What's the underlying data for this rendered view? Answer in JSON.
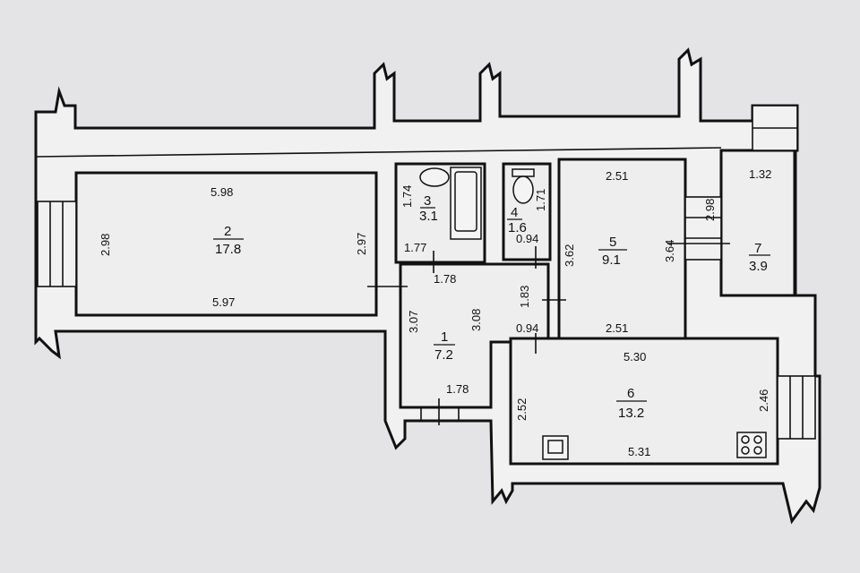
{
  "plan": {
    "rooms": [
      {
        "number": "1",
        "area": "7.2",
        "dims": [
          "1.78",
          "3.07",
          "3.08",
          "1.78",
          "1.83",
          "0.94"
        ]
      },
      {
        "number": "2",
        "area": "17.8",
        "dims": [
          "5.98",
          "2.98",
          "2.97",
          "5.97"
        ]
      },
      {
        "number": "3",
        "area": "3.1",
        "dims": [
          "1.74",
          "1.77"
        ]
      },
      {
        "number": "4",
        "area": "1.6",
        "dims": [
          "1.71",
          "0.94"
        ]
      },
      {
        "number": "5",
        "area": "9.1",
        "dims": [
          "2.51",
          "3.62",
          "3.64",
          "2.51"
        ]
      },
      {
        "number": "6",
        "area": "13.2",
        "dims": [
          "5.30",
          "2.52",
          "2.46",
          "5.31"
        ]
      },
      {
        "number": "7",
        "area": "3.9",
        "dims": [
          "1.32",
          "2.98"
        ]
      }
    ]
  }
}
